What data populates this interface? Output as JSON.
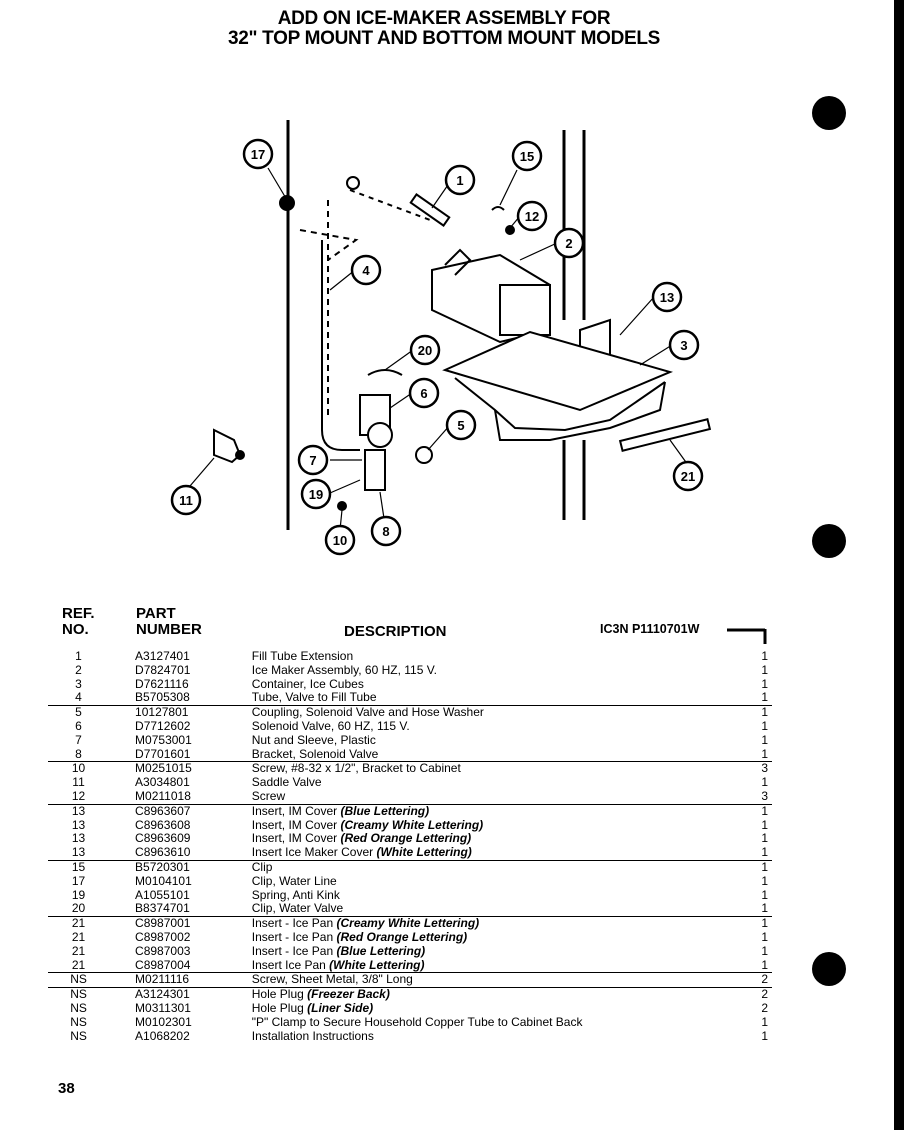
{
  "title": {
    "line1": "ADD ON ICE-MAKER ASSEMBLY FOR",
    "line2": "32\" TOP MOUNT AND BOTTOM MOUNT MODELS"
  },
  "callouts": [
    "17",
    "1",
    "15",
    "12",
    "2",
    "4",
    "13",
    "3",
    "20",
    "6",
    "5",
    "7",
    "19",
    "8",
    "10",
    "11",
    "21"
  ],
  "headers": {
    "ref_line1": "REF.",
    "ref_line2": "NO.",
    "part_line1": "PART",
    "part_line2": "NUMBER",
    "description": "DESCRIPTION",
    "code": "IC3N  P1110701W"
  },
  "parts": [
    {
      "ref": "1",
      "part": "A3127401",
      "desc": "Fill Tube Extension",
      "qty": "1"
    },
    {
      "ref": "2",
      "part": "D7824701",
      "desc": "Ice Maker Assembly, 60 HZ, 115 V.",
      "qty": "1"
    },
    {
      "ref": "3",
      "part": "D7621116",
      "desc": "Container, Ice Cubes",
      "qty": "1"
    },
    {
      "ref": "4",
      "part": "B5705308",
      "desc": "Tube, Valve to Fill Tube",
      "qty": "1"
    },
    {
      "ref": "5",
      "part": "10127801",
      "desc": "Coupling, Solenoid Valve and Hose Washer",
      "qty": "1"
    },
    {
      "ref": "6",
      "part": "D7712602",
      "desc": "Solenoid Valve, 60 HZ, 115 V.",
      "qty": "1"
    },
    {
      "ref": "7",
      "part": "M0753001",
      "desc": "Nut and Sleeve, Plastic",
      "qty": "1"
    },
    {
      "ref": "8",
      "part": "D7701601",
      "desc": "Bracket, Solenoid Valve",
      "qty": "1"
    },
    {
      "ref": "10",
      "part": "M0251015",
      "desc": "Screw, #8-32 x 1/2\", Bracket to Cabinet",
      "qty": "3"
    },
    {
      "ref": "11",
      "part": "A3034801",
      "desc": "Saddle Valve",
      "qty": "1"
    },
    {
      "ref": "12",
      "part": "M0211018",
      "desc": "Screw",
      "qty": "3"
    },
    {
      "ref": "13",
      "part": "C8963607",
      "desc": "Insert, IM Cover",
      "note": "(Blue Lettering)",
      "qty": "1"
    },
    {
      "ref": "13",
      "part": "C8963608",
      "desc": "Insert, IM Cover",
      "note": "(Creamy White Lettering)",
      "qty": "1"
    },
    {
      "ref": "13",
      "part": "C8963609",
      "desc": "Insert, IM Cover",
      "note": "(Red Orange Lettering)",
      "qty": "1"
    },
    {
      "ref": "13",
      "part": "C8963610",
      "desc": "Insert Ice Maker Cover",
      "note": "(White Lettering)",
      "qty": "1"
    },
    {
      "ref": "15",
      "part": "B5720301",
      "desc": "Clip",
      "qty": "1"
    },
    {
      "ref": "17",
      "part": "M0104101",
      "desc": "Clip, Water Line",
      "qty": "1"
    },
    {
      "ref": "19",
      "part": "A1055101",
      "desc": "Spring, Anti Kink",
      "qty": "1"
    },
    {
      "ref": "20",
      "part": "B8374701",
      "desc": "Clip, Water Valve",
      "qty": "1"
    },
    {
      "ref": "21",
      "part": "C8987001",
      "desc": "Insert - Ice Pan",
      "note": "(Creamy White Lettering)",
      "qty": "1"
    },
    {
      "ref": "21",
      "part": "C8987002",
      "desc": "Insert - Ice Pan",
      "note": "(Red Orange Lettering)",
      "qty": "1"
    },
    {
      "ref": "21",
      "part": "C8987003",
      "desc": "Insert - Ice Pan",
      "note": "(Blue Lettering)",
      "qty": "1"
    },
    {
      "ref": "21",
      "part": "C8987004",
      "desc": "Insert Ice Pan",
      "note": "(White Lettering)",
      "qty": "1"
    },
    {
      "ref": "NS",
      "part": "M0211116",
      "desc": "Screw, Sheet Metal, 3/8\" Long",
      "qty": "2"
    },
    {
      "ref": "NS",
      "part": "A3124301",
      "desc": "Hole Plug",
      "note": "(Freezer Back)",
      "qty": "2"
    },
    {
      "ref": "NS",
      "part": "M0311301",
      "desc": "Hole Plug",
      "note": "(Liner Side)",
      "qty": "2"
    },
    {
      "ref": "NS",
      "part": "M0102301",
      "desc": "\"P\" Clamp to Secure Household Copper Tube to Cabinet Back",
      "qty": "1"
    },
    {
      "ref": "NS",
      "part": "A1068202",
      "desc": "Installation Instructions",
      "qty": "1"
    }
  ],
  "page_number": "38"
}
